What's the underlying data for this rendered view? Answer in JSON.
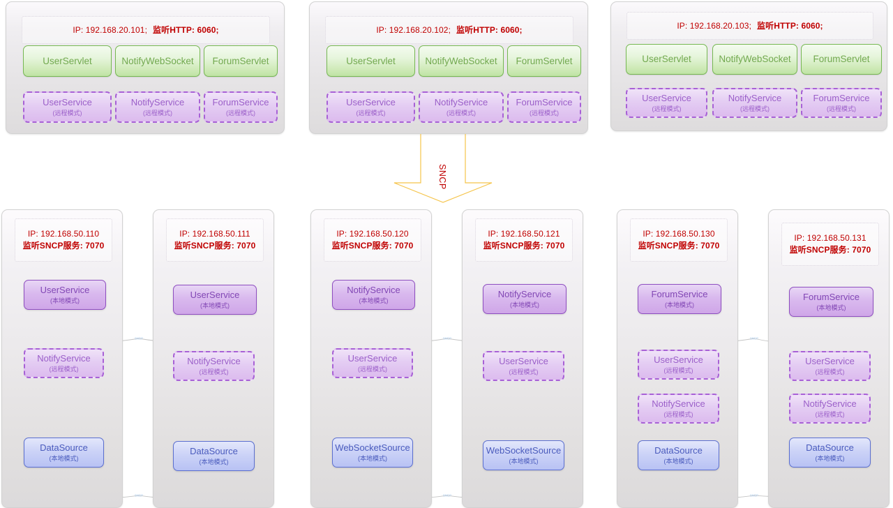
{
  "diagram": {
    "protocol_label": "SNCP",
    "link_label": "SNCP",
    "colors": {
      "ip_text": "#c00000",
      "servlet": "#72a94f",
      "service_remote": "#9b5fc9",
      "service_local": "#8247b5",
      "datasource": "#4a5bbd",
      "arrow": "#f5c44a",
      "link": "#bdbdbd"
    }
  },
  "top_nodes": [
    {
      "header_line1": "IP: 192.168.20.101;",
      "header_line2": "监听HTTP: 6060;",
      "servlets": [
        {
          "name": "UserServlet"
        },
        {
          "name": "NotifyWebSocket"
        },
        {
          "name": "ForumServlet"
        }
      ],
      "services": [
        {
          "name": "UserService",
          "mode": "(远程模式)"
        },
        {
          "name": "NotifyService",
          "mode": "(远程模式)"
        },
        {
          "name": "ForumService",
          "mode": "(远程模式)"
        }
      ]
    },
    {
      "header_line1": "IP: 192.168.20.102;",
      "header_line2": "监听HTTP: 6060;",
      "servlets": [
        {
          "name": "UserServlet"
        },
        {
          "name": "NotifyWebSocket"
        },
        {
          "name": "ForumServlet"
        }
      ],
      "services": [
        {
          "name": "UserService",
          "mode": "(远程模式)"
        },
        {
          "name": "NotifyService",
          "mode": "(远程模式)"
        },
        {
          "name": "ForumService",
          "mode": "(远程模式)"
        }
      ]
    },
    {
      "header_line1": "IP: 192.168.20.103;",
      "header_line2": "监听HTTP: 6060;",
      "servlets": [
        {
          "name": "UserServlet"
        },
        {
          "name": "NotifyWebSocket"
        },
        {
          "name": "ForumServlet"
        }
      ],
      "services": [
        {
          "name": "UserService",
          "mode": "(远程模式)"
        },
        {
          "name": "NotifyService",
          "mode": "(远程模式)"
        },
        {
          "name": "ForumService",
          "mode": "(远程模式)"
        }
      ]
    }
  ],
  "bottom_nodes": [
    {
      "header_line1": "IP: 192.168.50.110",
      "header_line2": "监听SNCP服务: 7070",
      "items": [
        {
          "name": "UserService",
          "mode": "(本地模式)",
          "kind": "service-local"
        },
        {
          "name": "NotifyService",
          "mode": "(远程模式)",
          "kind": "service-remote"
        },
        {
          "name": "DataSource",
          "mode": "(本地模式)",
          "kind": "datasource"
        }
      ]
    },
    {
      "header_line1": "IP: 192.168.50.111",
      "header_line2": "监听SNCP服务: 7070",
      "items": [
        {
          "name": "UserService",
          "mode": "(本地模式)",
          "kind": "service-local"
        },
        {
          "name": "NotifyService",
          "mode": "(远程模式)",
          "kind": "service-remote"
        },
        {
          "name": "DataSource",
          "mode": "(本地模式)",
          "kind": "datasource"
        }
      ]
    },
    {
      "header_line1": "IP: 192.168.50.120",
      "header_line2": "监听SNCP服务: 7070",
      "items": [
        {
          "name": "NotifyService",
          "mode": "(本地模式)",
          "kind": "service-local"
        },
        {
          "name": "UserService",
          "mode": "(远程模式)",
          "kind": "service-remote"
        },
        {
          "name": "WebSocketSource",
          "mode": "(本地模式)",
          "kind": "datasource"
        }
      ]
    },
    {
      "header_line1": "IP: 192.168.50.121",
      "header_line2": "监听SNCP服务: 7070",
      "items": [
        {
          "name": "NotifyService",
          "mode": "(本地模式)",
          "kind": "service-local"
        },
        {
          "name": "UserService",
          "mode": "(远程模式)",
          "kind": "service-remote"
        },
        {
          "name": "WebSocketSource",
          "mode": "(本地模式)",
          "kind": "datasource"
        }
      ]
    },
    {
      "header_line1": "IP: 192.168.50.130",
      "header_line2": "监听SNCP服务: 7070",
      "items": [
        {
          "name": "ForumService",
          "mode": "(本地模式)",
          "kind": "service-local"
        },
        {
          "name": "UserService",
          "mode": "(远程模式)",
          "kind": "service-remote"
        },
        {
          "name": "NotifyService",
          "mode": "(远程模式)",
          "kind": "service-remote"
        },
        {
          "name": "DataSource",
          "mode": "(本地模式)",
          "kind": "datasource"
        }
      ]
    },
    {
      "header_line1": "IP: 192.168.50.131",
      "header_line2": "监听SNCP服务: 7070",
      "items": [
        {
          "name": "ForumService",
          "mode": "(本地模式)",
          "kind": "service-local"
        },
        {
          "name": "UserService",
          "mode": "(远程模式)",
          "kind": "service-remote"
        },
        {
          "name": "NotifyService",
          "mode": "(远程模式)",
          "kind": "service-remote"
        },
        {
          "name": "DataSource",
          "mode": "(本地模式)",
          "kind": "datasource"
        }
      ]
    }
  ]
}
